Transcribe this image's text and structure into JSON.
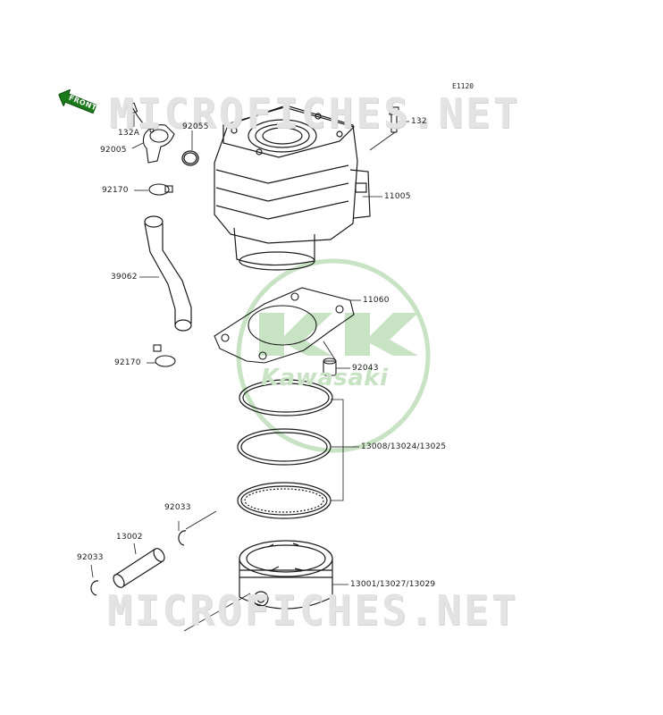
{
  "watermark_text": "MICROFICHES.NET",
  "diagram_code": "E1120",
  "brand_logo_text": "Kawasaki",
  "front_label": "FRONT",
  "colors": {
    "logo_green": "#8cc98a",
    "label_link_green": "#1a7a1a",
    "watermark_gray": "#e3e3e3",
    "line_black": "#1a1a1a"
  },
  "parts": {
    "p132a": "132A",
    "p92005": "92005",
    "p92055": "92055",
    "p132": "132",
    "p11005": "11005",
    "p92170_top": "92170",
    "p39062": "39062",
    "p11060": "11060",
    "p92170_bottom": "92170",
    "p92043": "92043",
    "p13008": "13008/13024/13025",
    "p92033_right": "92033",
    "p13002": "13002",
    "p92033_left": "92033",
    "p13001": "13001/13027/13029"
  }
}
